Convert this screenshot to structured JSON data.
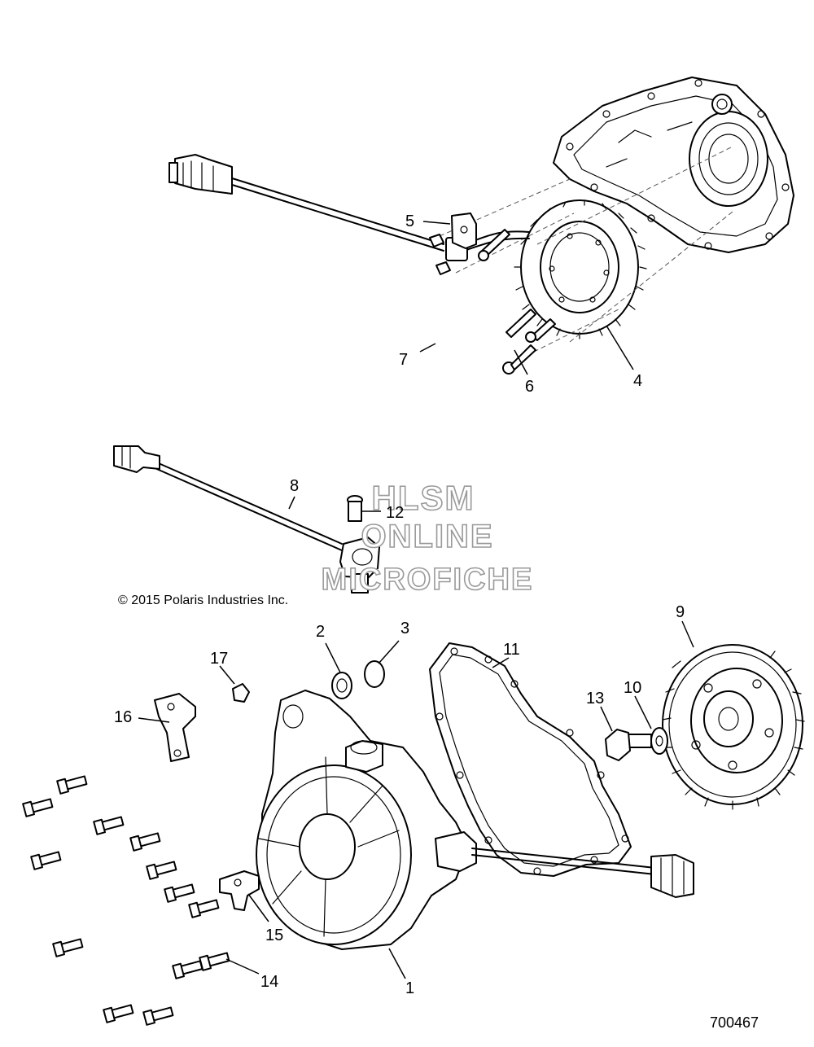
{
  "watermark": {
    "line1": "HLSM",
    "line2": "ONLINE",
    "line3": "MICROFICHE"
  },
  "copyright": "© 2015 Polaris Industries Inc.",
  "diagram_number": "700467",
  "callouts": {
    "c1": "1",
    "c2": "2",
    "c3": "3",
    "c4": "4",
    "c5": "5",
    "c6": "6",
    "c7": "7",
    "c8": "8",
    "c9": "9",
    "c10": "10",
    "c11": "11",
    "c12": "12",
    "c13": "13",
    "c14": "14",
    "c15": "15",
    "c16": "16",
    "c17": "17"
  }
}
